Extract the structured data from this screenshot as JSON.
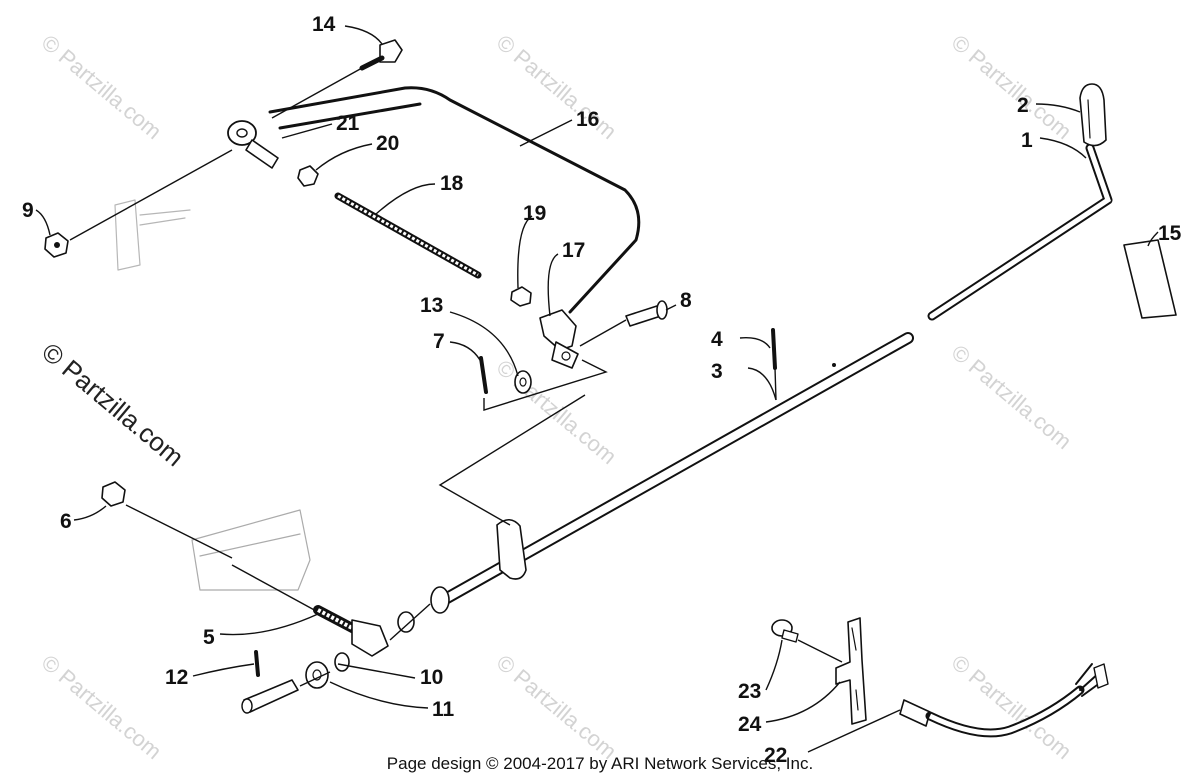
{
  "watermark": {
    "text": "© Partzilla.com"
  },
  "footer": {
    "text": "Page design © 2004-2017 by ARI Network Services, Inc."
  },
  "callouts": {
    "n1": "1",
    "n2": "2",
    "n3": "3",
    "n4": "4",
    "n5": "5",
    "n6": "6",
    "n7": "7",
    "n8": "8",
    "n9": "9",
    "n10": "10",
    "n11": "11",
    "n12": "12",
    "n13": "13",
    "n14": "14",
    "n15": "15",
    "n16": "16",
    "n17": "17",
    "n18": "18",
    "n19": "19",
    "n20": "20",
    "n21": "21",
    "n22": "22",
    "n23": "23",
    "n24": "24"
  }
}
